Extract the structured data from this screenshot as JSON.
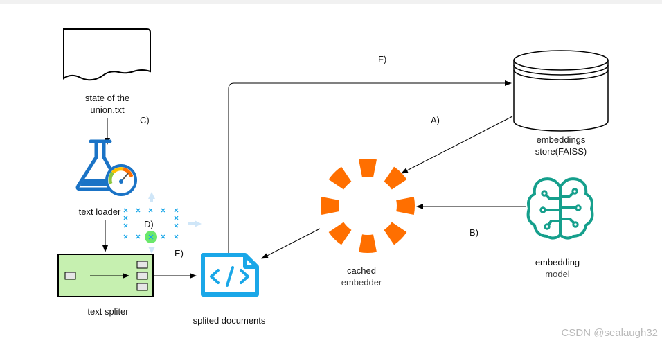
{
  "nodes": {
    "file": {
      "line1": "state of the",
      "line2": "union.txt"
    },
    "loader": {
      "label": "text loader"
    },
    "splitter": {
      "label": "text spliter"
    },
    "splited": {
      "label": "splited documents"
    },
    "cached": {
      "line1": "cached",
      "line2": "embedder"
    },
    "store": {
      "line1": "embeddings",
      "line2": "store(FAISS)"
    },
    "model": {
      "line1": "embedding",
      "line2": "model"
    }
  },
  "edges": {
    "a": "A)",
    "b": "B)",
    "c": "C)",
    "d": "D)",
    "e": "E)",
    "f": "F)"
  },
  "watermark": "CSDN @sealaugh32",
  "colors": {
    "accent_orange": "#ff6f00",
    "teal": "#159f8c",
    "blue": "#1a73c6",
    "sky": "#1aa7e8",
    "splitter_fill": "#c6f0b0",
    "selection_green": "#6be86b"
  },
  "icons": [
    "document-icon",
    "lab-flask-gauge-icon",
    "splitter-box-icon",
    "code-file-icon",
    "embedder-ring-icon",
    "database-icon",
    "brain-circuit-icon"
  ]
}
